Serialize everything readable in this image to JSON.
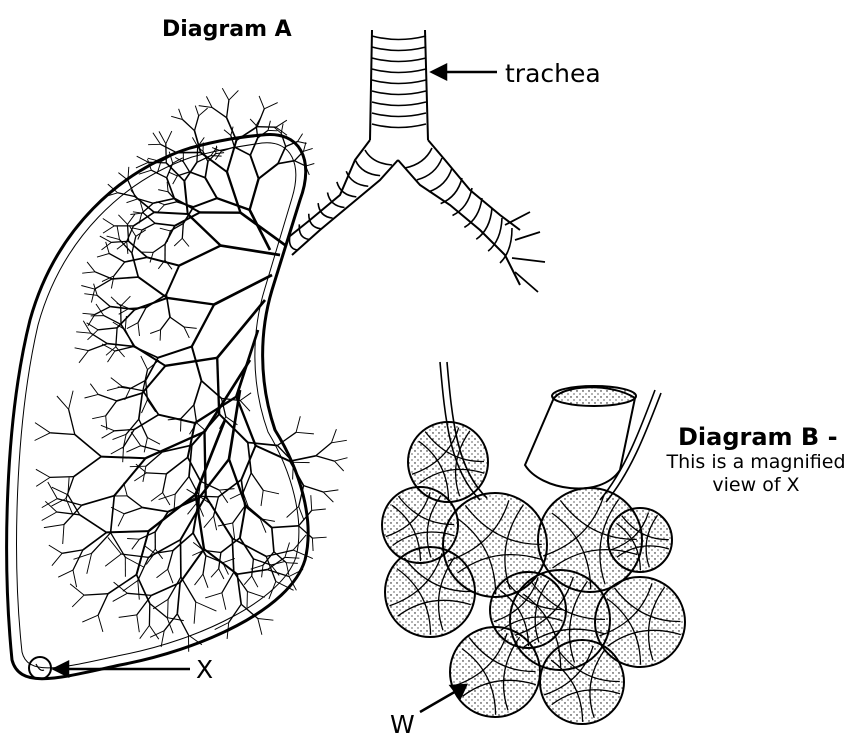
{
  "diagram_a": {
    "title": "Diagram A",
    "trachea_label": "trachea",
    "x_label": "X"
  },
  "diagram_b": {
    "title": "Diagram B -",
    "caption_lines": [
      "This is a magnified",
      "view of X"
    ],
    "w_label": "W"
  },
  "colors": {
    "ink": "#000000",
    "paper": "#ffffff"
  }
}
